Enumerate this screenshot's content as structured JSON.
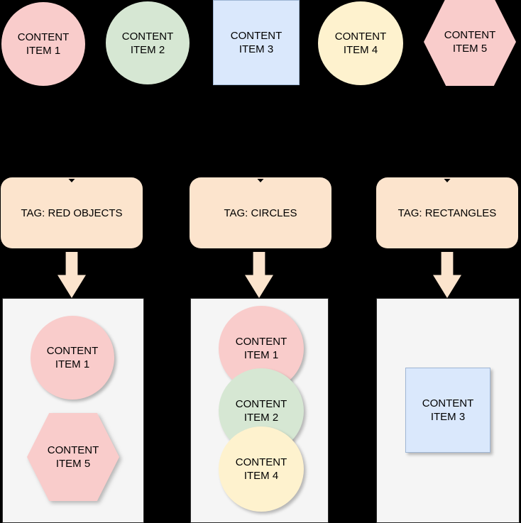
{
  "diagram": {
    "top_row": {
      "items": [
        {
          "label": "CONTENT ITEM 1",
          "shape": "circle",
          "fill": "#F9CCCB"
        },
        {
          "label": "CONTENT ITEM 2",
          "shape": "circle",
          "fill": "#D6E7D3"
        },
        {
          "label": "CONTENT ITEM 3",
          "shape": "square",
          "fill": "#DAE8FC"
        },
        {
          "label": "CONTENT ITEM 4",
          "shape": "circle",
          "fill": "#FEF2CE"
        },
        {
          "label": "CONTENT ITEM 5",
          "shape": "hexagon",
          "fill": "#F9CCCB"
        }
      ]
    },
    "tags": [
      {
        "label": "TAG: RED OBJECTS",
        "fill": "#FCE4CD"
      },
      {
        "label": "TAG: CIRCLES",
        "fill": "#FCE4CD"
      },
      {
        "label": "TAG: RECTANGLES",
        "fill": "#FCE4CD"
      }
    ],
    "bins": [
      {
        "tag": "TAG: RED OBJECTS",
        "items": [
          {
            "label": "CONTENT ITEM 1",
            "shape": "circle",
            "fill": "#F9CCCB"
          },
          {
            "label": "CONTENT ITEM 5",
            "shape": "hexagon",
            "fill": "#F9CCCB"
          }
        ]
      },
      {
        "tag": "TAG: CIRCLES",
        "items": [
          {
            "label": "CONTENT ITEM 1",
            "shape": "circle",
            "fill": "#F9CCCB"
          },
          {
            "label": "CONTENT ITEM 2",
            "shape": "circle",
            "fill": "#D6E7D3"
          },
          {
            "label": "CONTENT ITEM 4",
            "shape": "circle",
            "fill": "#FEF2CE"
          }
        ]
      },
      {
        "tag": "TAG: RECTANGLES",
        "items": [
          {
            "label": "CONTENT ITEM 3",
            "shape": "square",
            "fill": "#DAE8FC"
          }
        ]
      }
    ],
    "colors": {
      "background": "#000000",
      "arrow": "#FCE4CD",
      "bin_fill": "#F5F5F5",
      "text": "#000000"
    }
  }
}
